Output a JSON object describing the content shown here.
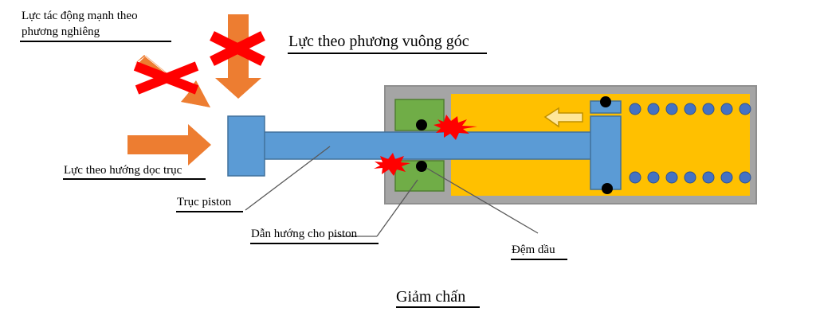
{
  "labels": {
    "oblique_force_line1": "Lực tác động mạnh theo",
    "oblique_force_line2": "phương nghiêng",
    "perpendicular_force": "Lực theo phương vuông góc",
    "axial_force": "Lực theo hướng dọc trục",
    "piston_rod": "Trục piston",
    "piston_guide": "Dẫn hướng cho piston",
    "oil_seal": "Đệm dầu",
    "title": "Giảm chấn"
  },
  "colors": {
    "arrow_orange": "#ED7D31",
    "cross_red": "#FF0000",
    "rod_blue": "#5B9BD5",
    "housing_gray": "#A5A5A5",
    "oil_yellow": "#FFC000",
    "guide_green": "#70AD47",
    "seal_black": "#000000",
    "spark_red": "#FF0000",
    "leader_gray": "#595959"
  },
  "icons": [
    "cross-icon",
    "orange-arrow-icon",
    "spark-icon",
    "left-arrow-icon",
    "spring-coil-icon"
  ]
}
